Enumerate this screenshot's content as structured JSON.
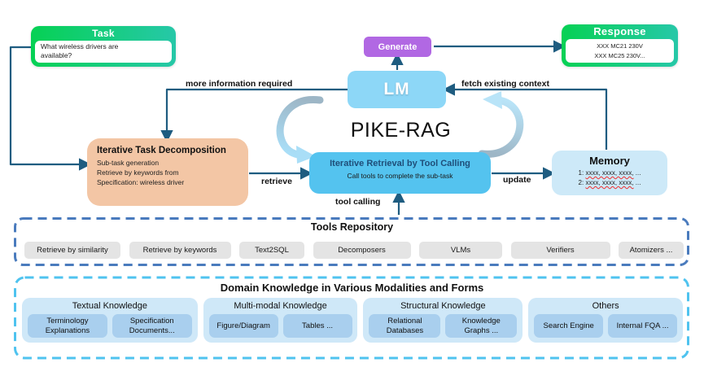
{
  "title": "PIKE-RAG",
  "task": {
    "title": "Task",
    "body": "What wireless drivers are available?"
  },
  "response": {
    "title": "Response",
    "lines": [
      "XXX MC21 230V",
      "XXX MC25 230V..."
    ]
  },
  "generate": {
    "label": "Generate"
  },
  "lm": {
    "label": "LM"
  },
  "labels": {
    "more_info": "more information required",
    "fetch_context": "fetch existing context",
    "retrieve": "retrieve",
    "update": "update",
    "tool_calling": "tool calling"
  },
  "decomposition": {
    "title": "Iterative Task Decomposition",
    "lines": [
      "Sub-task generation",
      "Retrieve by keywords from",
      "Specification: wireless driver"
    ]
  },
  "retrieval": {
    "title": "Iterative Retrieval by Tool Calling",
    "body": "Call tools to complete the sub-task"
  },
  "memory": {
    "title": "Memory",
    "rows": [
      {
        "prefix": "1:",
        "wavy": "xxxx, xxxx, xxxx,",
        "suffix": "..."
      },
      {
        "prefix": "2:",
        "wavy": "xxxx, xxxx, xxxx,",
        "suffix": "..."
      }
    ]
  },
  "tools_repository": {
    "title": "Tools Repository",
    "tools": [
      "Retrieve by similarity",
      "Retrieve by keywords",
      "Text2SQL",
      "Decomposers",
      "VLMs",
      "Verifiers",
      "Atomizers ..."
    ]
  },
  "domain_knowledge": {
    "title": "Domain Knowledge in Various Modalities and Forms",
    "groups": [
      {
        "title": "Textual Knowledge",
        "items": [
          "Terminology Explanations",
          "Specification Documents..."
        ]
      },
      {
        "title": "Multi-modal Knowledge",
        "items": [
          "Figure/Diagram",
          "Tables ..."
        ]
      },
      {
        "title": "Structural Knowledge",
        "items": [
          "Relational Databases",
          "Knowledge Graphs ..."
        ]
      },
      {
        "title": "Others",
        "items": [
          "Search Engine",
          "Internal FQA ..."
        ]
      }
    ]
  },
  "colors": {
    "green_gradient_start": "#06d154",
    "green_gradient_end": "#26c8a8",
    "generate_purple": "#b168e3",
    "lm_blue": "#8dd7f7",
    "retrieval_blue": "#54c3ef",
    "retrieval_title_blue": "#1f4e79",
    "decomposition_peach": "#f3c6a5",
    "memory_blue": "#cde9f8",
    "arrow_dark_blue": "#1e5c80",
    "tools_border_blue": "#4a7bbd",
    "domain_border_cyan": "#4fc3ef",
    "tool_pill_gray": "#e4e4e4",
    "group_bg": "#cfe8f8",
    "group_item_bg": "#a9cfee",
    "squiggle_red": "#f03030"
  }
}
